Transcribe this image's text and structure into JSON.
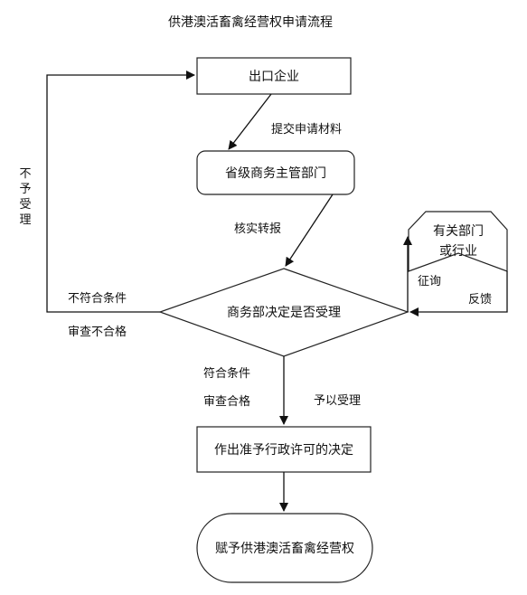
{
  "diagram": {
    "title": "供港澳活畜禽经营权申请流程",
    "nodes": {
      "export_company": "出口企业",
      "provincial_dept": "省级商务主管部门",
      "decision": "商务部决定是否受理",
      "related_dept_line1": "有关部门",
      "related_dept_line2": "或行业",
      "approval_decision": "作出准予行政许可的决定",
      "grant_right": "赋予供港澳活畜禽经营权"
    },
    "edge_labels": {
      "submit_materials": "提交申请材料",
      "verify_forward": "核实转报",
      "not_accepted_chars": [
        "不",
        "予",
        "受",
        "理"
      ],
      "not_meet": "不符合条件",
      "review_fail": "审查不合格",
      "meet": "符合条件",
      "review_pass": "审查合格",
      "accept": "予以受理",
      "consult": "征询",
      "feedback": "反馈"
    }
  }
}
